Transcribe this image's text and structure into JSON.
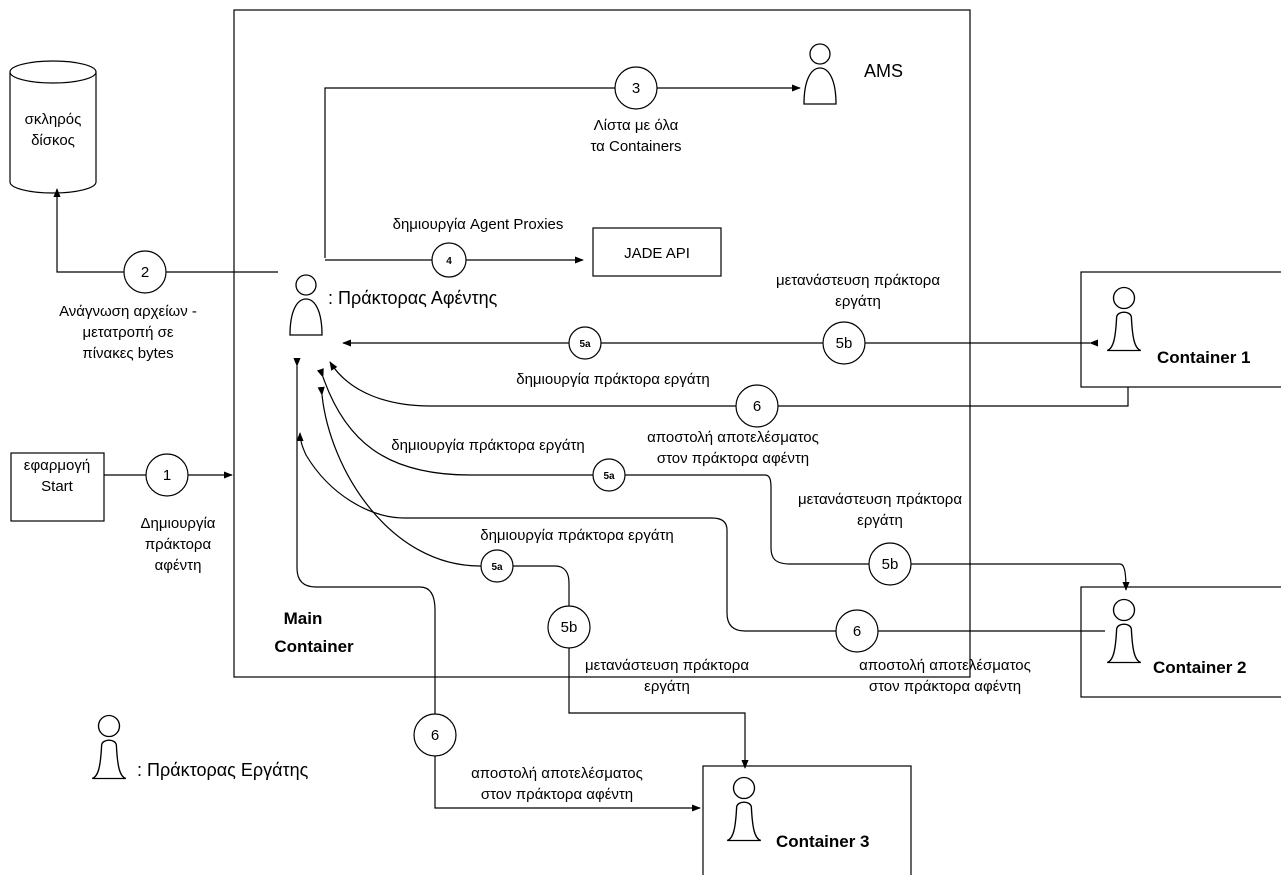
{
  "disk": {
    "line1": "σκληρός",
    "line2": "δίσκος"
  },
  "main_container": {
    "line1": "Main",
    "line2": "Container"
  },
  "start_app": {
    "line1": "εφαρμογή",
    "line2": "Start"
  },
  "ams": {
    "label": "AMS"
  },
  "jade_api": {
    "label": "JADE API"
  },
  "master_agent": {
    "label": ":  Πράκτορας Αφέντης"
  },
  "containers": {
    "c1": "Container 1",
    "c2": "Container 2",
    "c3": "Container 3"
  },
  "legend": {
    "label": ":  Πράκτορας Εργάτης"
  },
  "steps": {
    "s1": {
      "num": "1",
      "line1": "Δημιουργία",
      "line2": "πράκτορα",
      "line3": "αφέντη"
    },
    "s2": {
      "num": "2",
      "line1": "Ανάγνωση αρχείων -",
      "line2": "μετατροπή σε",
      "line3": "πίνακες bytes"
    },
    "s3": {
      "num": "3",
      "line1": "Λίστα με όλα",
      "line2": "τα Containers"
    },
    "s4": {
      "num": "4",
      "line1": "δημιουργία Agent Proxies"
    }
  },
  "c1_flow": {
    "n5a": "5a",
    "n5b": "5b",
    "n6": "6",
    "migrate_line1": "μετανάστευση πράκτορα",
    "migrate_line2": "εργάτη",
    "create": "δημιουργία πράκτορα εργάτη",
    "result_line1": "αποστολή αποτελέσματος",
    "result_line2": "στον πράκτορα αφέντη"
  },
  "c2_flow": {
    "n5a": "5a",
    "n5b": "5b",
    "n6": "6",
    "create": "δημιουργία πράκτορα εργάτη",
    "migrate_line1": "μετανάστευση πράκτορα",
    "migrate_line2": "εργάτη",
    "result_line1": "αποστολή αποτελέσματος",
    "result_line2": "στον πράκτορα αφέντη"
  },
  "c3_flow": {
    "n5a": "5a",
    "n5b": "5b",
    "n6": "6",
    "create": "δημιουργία πράκτορα εργάτη",
    "migrate_line1": "μετανάστευση πράκτορα",
    "migrate_line2": "εργάτη",
    "result_line1": "αποστολή αποτελέσματος",
    "result_line2": "στον πράκτορα αφέντη"
  }
}
